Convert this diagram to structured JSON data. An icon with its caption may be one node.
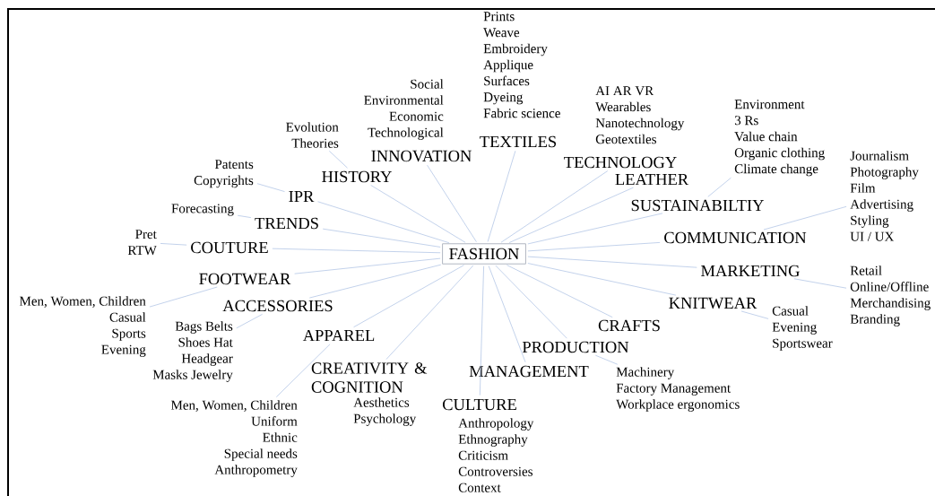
{
  "diagram": {
    "nodes": [
      {
        "text": [
          "FASHION"
        ]
      },
      {
        "text": [
          "HISTORY"
        ]
      },
      {
        "text": [
          "INNOVATION"
        ],
        "beside": [
          "Social",
          "Environmental",
          "Economic",
          "Technological"
        ]
      },
      {
        "text": [
          "TEXTILES"
        ],
        "beside": [
          "Prints",
          "Weave",
          "Embroidery",
          "Applique",
          "Surfaces",
          "Dyeing",
          "Fabric science"
        ]
      },
      {
        "text": [
          "TECHNOLOGY"
        ],
        "beside": [
          "AI AR VR",
          "Wearables",
          "Nanotechnology",
          "Geotextiles"
        ]
      },
      {
        "text": [
          "LEATHER"
        ]
      },
      {
        "text": [
          "SUSTAINABILTIY"
        ]
      },
      {
        "text": [
          "COMMUNICATION"
        ]
      },
      {
        "text": [
          "MARKETING"
        ]
      },
      {
        "text": [
          "KNITWEAR"
        ]
      },
      {
        "text": [
          "CRAFTS"
        ]
      },
      {
        "text": [
          "PRODUCTION"
        ]
      },
      {
        "text": [
          "MANAGEMENT"
        ]
      },
      {
        "text": [
          "CULTURE"
        ],
        "beside": [
          "Anthropology",
          "Ethnography",
          "Criticism",
          "Controversies",
          "Context"
        ]
      },
      {
        "text": [
          "CREATIVITY & COGNITION"
        ],
        "beside": [
          "Aesthetics",
          "Psychology"
        ]
      },
      {
        "text": [
          "APPAREL"
        ]
      },
      {
        "text": [
          "ACCESSORIES"
        ]
      },
      {
        "text": [
          "FOOTWEAR"
        ]
      },
      {
        "text": [
          "COUTURE"
        ]
      },
      {
        "text": [
          "TRENDS"
        ]
      },
      {
        "text": [
          "IPR"
        ]
      },
      {
        "text": [
          "Evolution",
          "Theories"
        ]
      },
      {
        "text": [
          "Environment",
          "3 Rs",
          "Value chain",
          "Organic clothing",
          "Climate change"
        ]
      },
      {
        "text": [
          "Journalism",
          "Photography",
          "Film",
          "Advertising",
          "Styling",
          "UI / UX"
        ]
      },
      {
        "text": [
          "Retail",
          "Online/Offline",
          "Merchandising",
          "Branding"
        ]
      },
      {
        "text": [
          "Casual",
          "Evening",
          "Sportswear"
        ]
      },
      {
        "text": [
          "Machinery",
          "Factory Management",
          "Workplace ergonomics"
        ]
      },
      {
        "text": [
          "Men, Women, Children",
          "Uniform",
          "Ethnic",
          "Special needs",
          "Anthropometry"
        ]
      },
      {
        "text": [
          "Bags Belts",
          "Shoes Hat",
          "Headgear",
          "Masks Jewelry"
        ]
      },
      {
        "text": [
          "Men, Women, Children",
          "Casual",
          "Sports",
          "Evening"
        ]
      },
      {
        "text": [
          "Pret",
          "RTW"
        ]
      },
      {
        "text": [
          "Forecasting"
        ]
      },
      {
        "text": [
          "Patents",
          "Copyrights"
        ]
      }
    ],
    "edges": [
      {
        "from": 0,
        "to": 1,
        "arrow": "none"
      },
      {
        "from": 0,
        "to": 2,
        "arrow": "none"
      },
      {
        "from": 0,
        "to": 3,
        "arrow": "none"
      },
      {
        "from": 0,
        "to": 4,
        "arrow": "none"
      },
      {
        "from": 0,
        "to": 5,
        "arrow": "none"
      },
      {
        "from": 0,
        "to": 6,
        "arrow": "none"
      },
      {
        "from": 0,
        "to": 7,
        "arrow": "none"
      },
      {
        "from": 0,
        "to": 8,
        "arrow": "none"
      },
      {
        "from": 0,
        "to": 9,
        "arrow": "none"
      },
      {
        "from": 0,
        "to": 10,
        "arrow": "none"
      },
      {
        "from": 0,
        "to": 11,
        "arrow": "none"
      },
      {
        "from": 0,
        "to": 12,
        "arrow": "none"
      },
      {
        "from": 0,
        "to": 13,
        "arrow": "none"
      },
      {
        "from": 0,
        "to": 14,
        "arrow": "none"
      },
      {
        "from": 0,
        "to": 15,
        "arrow": "none"
      },
      {
        "from": 0,
        "to": 16,
        "arrow": "none"
      },
      {
        "from": 0,
        "to": 17,
        "arrow": "none"
      },
      {
        "from": 0,
        "to": 18,
        "arrow": "none"
      },
      {
        "from": 0,
        "to": 19,
        "arrow": "none"
      },
      {
        "from": 0,
        "to": 20,
        "arrow": "none"
      },
      {
        "from": 1,
        "to": 21,
        "arrow": "none"
      },
      {
        "from": 6,
        "to": 22,
        "arrow": "none"
      },
      {
        "from": 7,
        "to": 23,
        "arrow": "none"
      },
      {
        "from": 8,
        "to": 24,
        "arrow": "none"
      },
      {
        "from": 9,
        "to": 25,
        "arrow": "none"
      },
      {
        "from": 11,
        "to": 26,
        "arrow": "none"
      },
      {
        "from": 15,
        "to": 27,
        "arrow": "none"
      },
      {
        "from": 16,
        "to": 28,
        "arrow": "none"
      },
      {
        "from": 17,
        "to": 29,
        "arrow": "none"
      },
      {
        "from": 18,
        "to": 30,
        "arrow": "none"
      },
      {
        "from": 19,
        "to": 31,
        "arrow": "none"
      },
      {
        "from": 20,
        "to": 32,
        "arrow": "none"
      }
    ]
  }
}
